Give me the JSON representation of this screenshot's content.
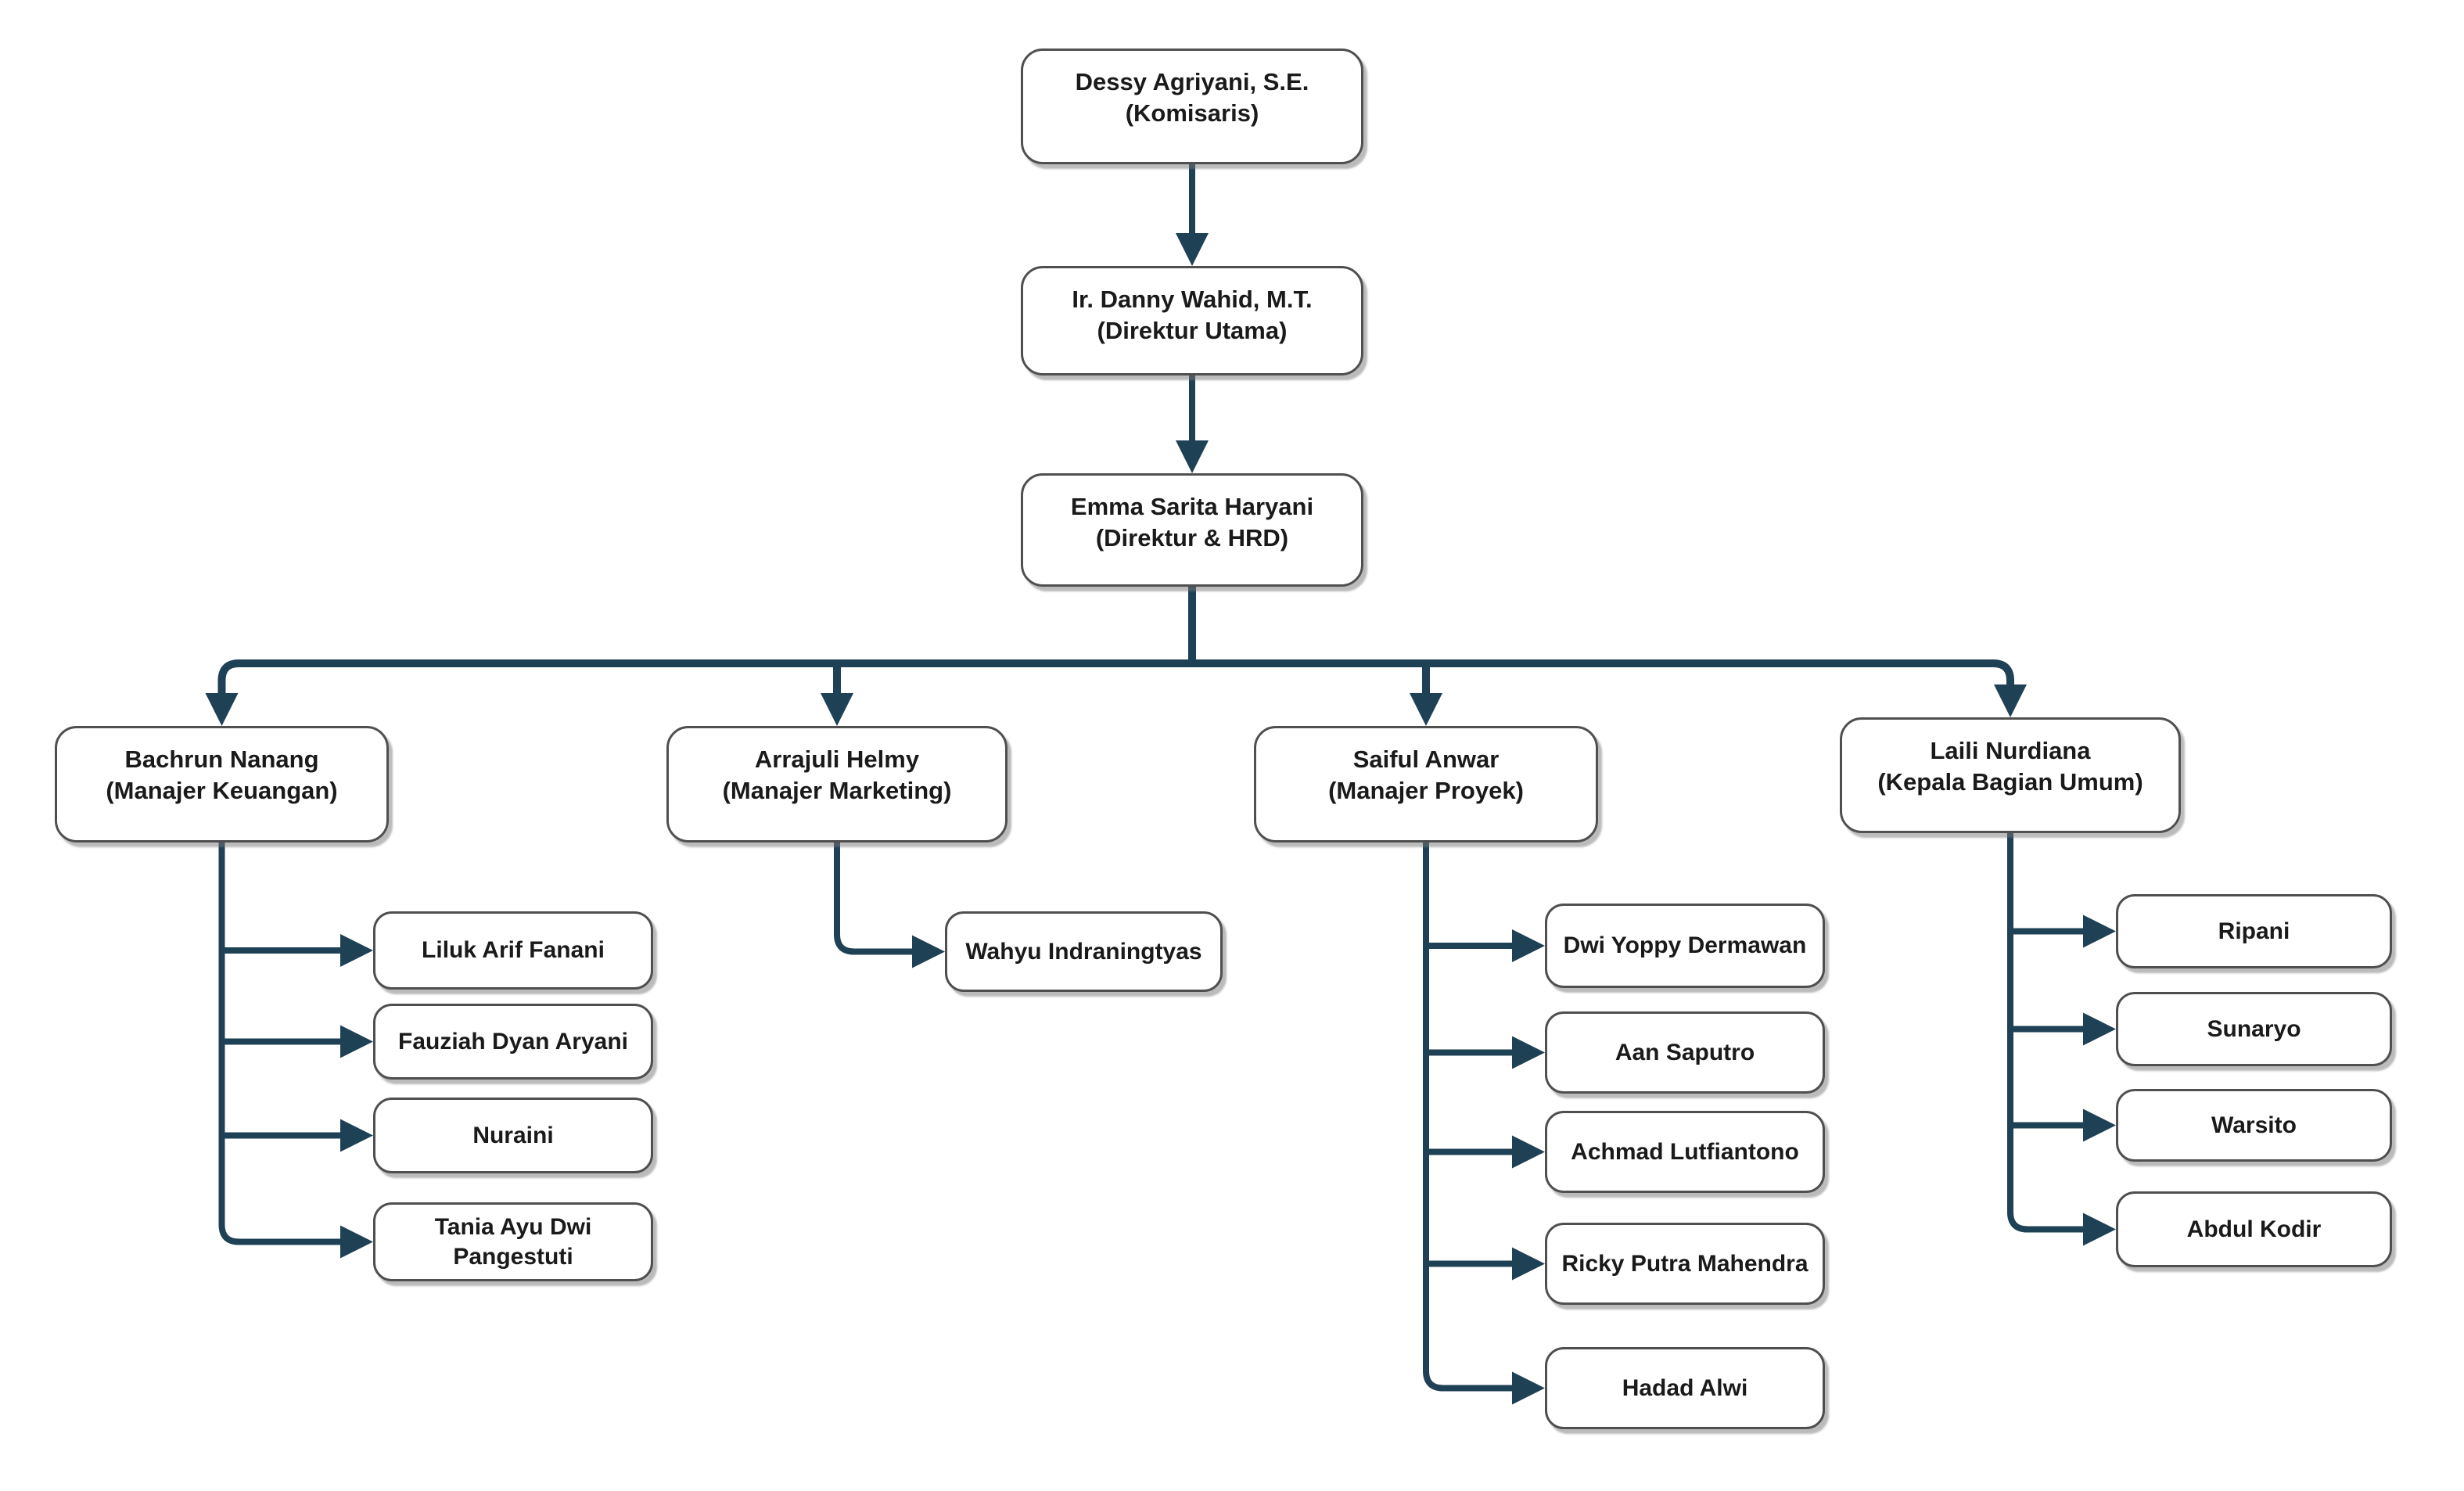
{
  "diagram": {
    "colors": {
      "connector": "#1f4156",
      "box_border": "#4f4f4f",
      "box_fill": "#ffffff",
      "text": "#1a1a1a",
      "background": "#ffffff"
    },
    "chain": [
      {
        "id": "komisaris",
        "title": "Dessy Agriyani, S.E.",
        "role": "(Komisaris)"
      },
      {
        "id": "direktur-utama",
        "title": "Ir. Danny Wahid, M.T.",
        "role": "(Direktur Utama)"
      },
      {
        "id": "direktur-hrd",
        "title": "Emma Sarita Haryani",
        "role": "(Direktur & HRD)"
      }
    ],
    "departments": [
      {
        "id": "keuangan",
        "title": "Bachrun Nanang",
        "role": "(Manajer Keuangan)",
        "staff": [
          "Liluk Arif Fanani",
          "Fauziah Dyan Aryani",
          "Nuraini",
          "Tania Ayu Dwi Pangestuti"
        ]
      },
      {
        "id": "marketing",
        "title": "Arrajuli Helmy",
        "role": "(Manajer Marketing)",
        "staff": [
          "Wahyu Indraningtyas"
        ]
      },
      {
        "id": "proyek",
        "title": "Saiful Anwar",
        "role": "(Manajer Proyek)",
        "staff": [
          "Dwi Yoppy Dermawan",
          "Aan Saputro",
          "Achmad Lutfiantono",
          "Ricky Putra Mahendra",
          "Hadad Alwi"
        ]
      },
      {
        "id": "umum",
        "title": "Laili Nurdiana",
        "role": "(Kepala Bagian Umum)",
        "staff": [
          "Ripani",
          "Sunaryo",
          "Warsito",
          "Abdul Kodir"
        ]
      }
    ]
  }
}
